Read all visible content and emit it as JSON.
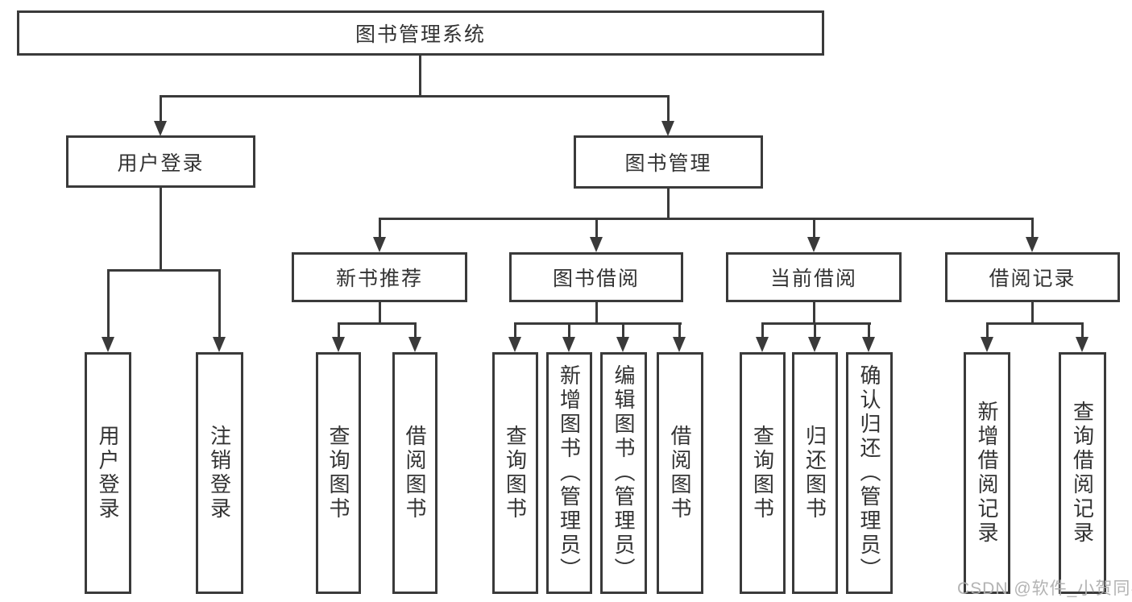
{
  "diagram": {
    "tree": {
      "label": "图书管理系统",
      "children": [
        {
          "label": "用户登录",
          "children": [
            {
              "label": "用户登录"
            },
            {
              "label": "注销登录"
            }
          ]
        },
        {
          "label": "图书管理",
          "children": [
            {
              "label": "新书推荐",
              "children": [
                {
                  "label": "查询图书"
                },
                {
                  "label": "借阅图书"
                }
              ]
            },
            {
              "label": "图书借阅",
              "children": [
                {
                  "label": "查询图书"
                },
                {
                  "label": "新增图书（管理员）"
                },
                {
                  "label": "编辑图书（管理员）"
                },
                {
                  "label": "借阅图书"
                }
              ]
            },
            {
              "label": "当前借阅",
              "children": [
                {
                  "label": "查询图书"
                },
                {
                  "label": "归还图书"
                },
                {
                  "label": "确认归还（管理员）"
                }
              ]
            },
            {
              "label": "借阅记录",
              "children": [
                {
                  "label": "新增借阅记录"
                },
                {
                  "label": "查询借阅记录"
                }
              ]
            }
          ]
        }
      ]
    },
    "colors": {
      "line": "#3a3a3a",
      "text": "#333333",
      "background": "#ffffff"
    }
  },
  "watermark": {
    "text": "CSDN @软件_小贺同学"
  }
}
